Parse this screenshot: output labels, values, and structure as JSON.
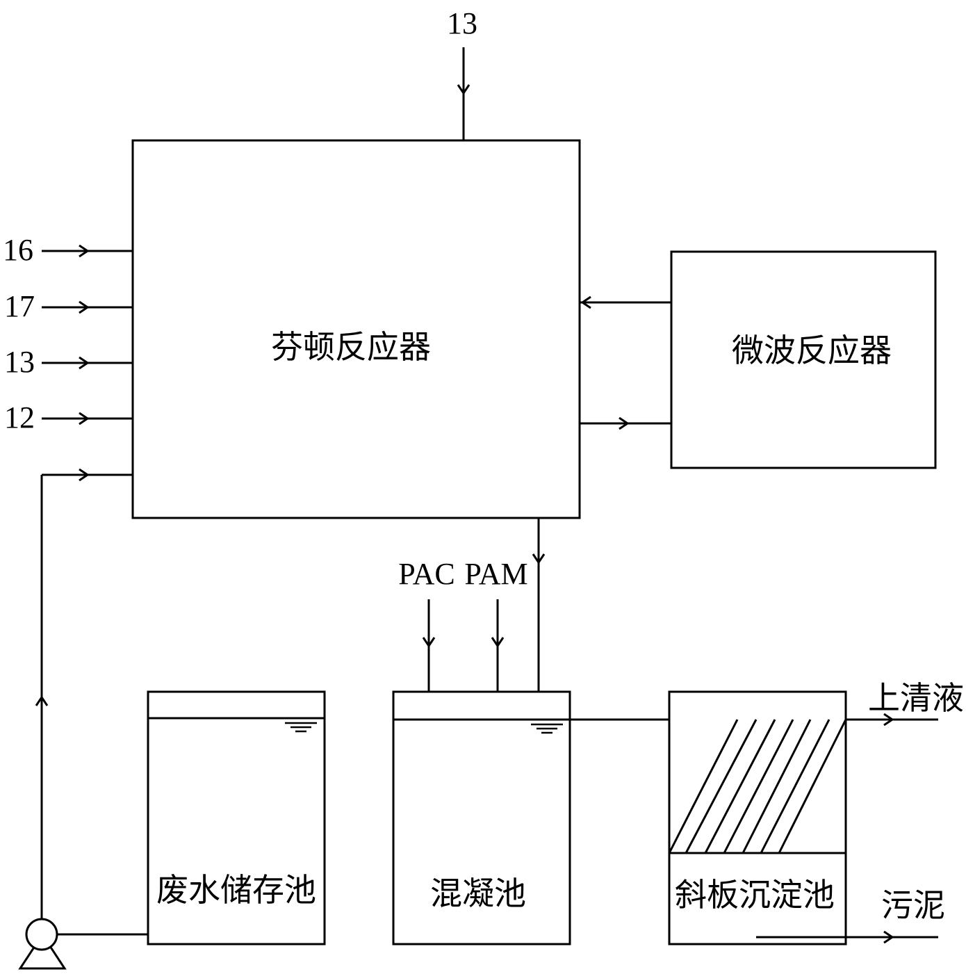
{
  "units": {
    "fenton": "芬顿反应器",
    "microwave": "微波反应器",
    "storage": "废水储存池",
    "coagulation": "混凝池",
    "settler": "斜板沉淀池"
  },
  "inputs": {
    "top": "13",
    "left": [
      "16",
      "17",
      "13",
      "12"
    ]
  },
  "chemicals": {
    "pac": "PAC",
    "pam": "PAM"
  },
  "outputs": {
    "supernatant": "上清液",
    "sludge": "污泥"
  }
}
